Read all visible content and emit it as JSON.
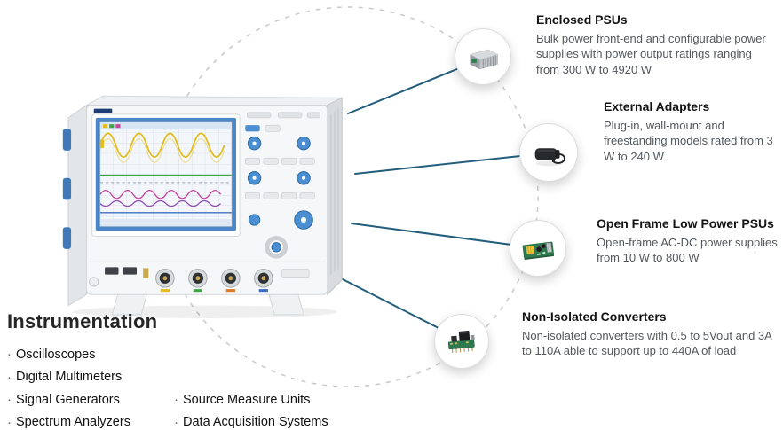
{
  "callouts": [
    {
      "title": "Enclosed PSUs",
      "description": "Bulk power front-end and configurable power supplies with power output ratings ranging from 300 W to 4920 W",
      "icon": "enclosed-psu-photo"
    },
    {
      "title": "External Adapters",
      "description": "Plug-in, wall-mount and freestanding models rated from 3 W to 240 W",
      "icon": "external-adapter-photo"
    },
    {
      "title": "Open Frame Low Power PSUs",
      "description": "Open-frame AC-DC power supplies from 10 W to 800 W",
      "icon": "open-frame-psu-photo"
    },
    {
      "title": "Non-Isolated Converters",
      "description": "Non-isolated converters with 0.5 to 5Vout and 3A to 110A able to support up to 440A of load",
      "icon": "non-isolated-converter-photo"
    }
  ],
  "instrumentation": {
    "heading": "Instrumentation",
    "bullet": "·",
    "column1": [
      "Oscilloscopes",
      "Digital Multimeters",
      "Signal Generators",
      "Spectrum Analyzers"
    ],
    "column2": [
      "Source Measure Units",
      "Data Acquisition Systems"
    ]
  },
  "colors": {
    "connector_line": "#235e7d",
    "dashed_circle": "#c9c9c9",
    "title_text": "#141414",
    "body_text": "#54585c"
  }
}
